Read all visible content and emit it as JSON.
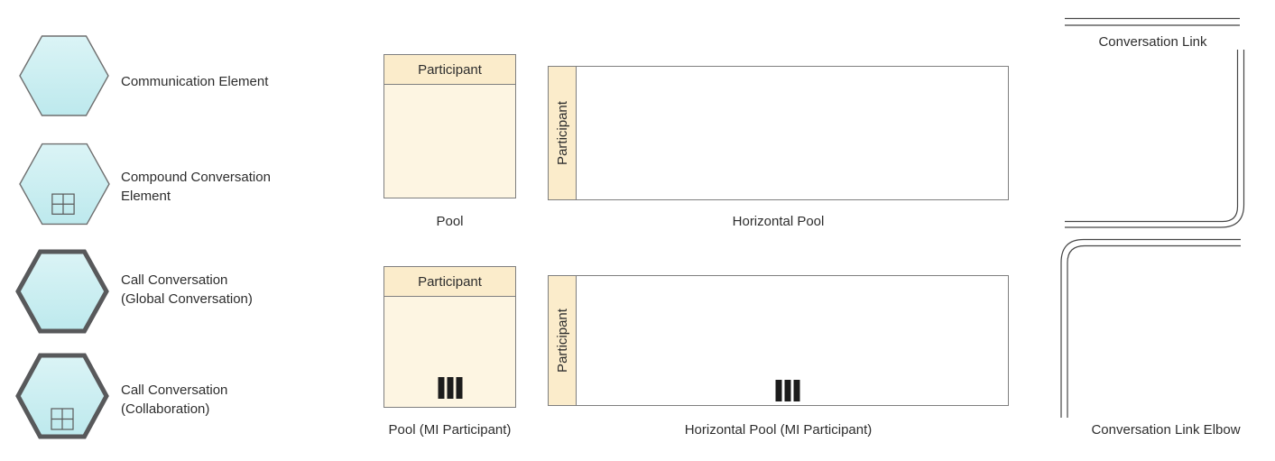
{
  "palette": {
    "items": [
      {
        "icon": "hexagon-icon",
        "label_line1": "Communication Element",
        "label_line2": ""
      },
      {
        "icon": "hexagon-grid-icon",
        "label_line1": "Compound Conversation",
        "label_line2": "Element"
      },
      {
        "icon": "hexagon-thick-icon",
        "label_line1": "Call Conversation",
        "label_line2": "(Global Conversation)"
      },
      {
        "icon": "hexagon-thick-grid-icon",
        "label_line1": "Call Conversation",
        "label_line2": "(Collaboration)"
      }
    ],
    "markers": {
      "compound": "grid-square-icon",
      "multi_instance": "three-vertical-bars-icon"
    }
  },
  "pools": {
    "pool": {
      "header": "Participant",
      "caption": "Pool"
    },
    "horizontal_pool": {
      "header": "Participant",
      "caption": "Horizontal Pool"
    },
    "pool_mi": {
      "header": "Participant",
      "caption": "Pool (MI Participant)"
    },
    "horizontal_pool_mi": {
      "header": "Participant",
      "caption": "Horizontal Pool (MI Participant)"
    }
  },
  "links": {
    "conversation_link": {
      "label": "Conversation Link",
      "style": "double-line"
    },
    "conversation_link_elbow": {
      "label": "Conversation Link Elbow",
      "style": "double-line-elbow"
    }
  },
  "colors": {
    "hexagon_fill_top": "#dbf4f6",
    "hexagon_fill_bottom": "#bde9ed",
    "hexagon_border": "#6f6f6f",
    "call_hexagon_border": "#58595b",
    "pool_body_fill": "#fdf5e2",
    "pool_header_fill": "#fbeccb",
    "pool_border": "#7f7f7f",
    "horizontal_pool_body_fill": "#ffffff",
    "mi_marker_color": "#1c1c1c",
    "link_line_color": "#454545",
    "label_color": "#2d2d2d",
    "background": "#ffffff"
  }
}
